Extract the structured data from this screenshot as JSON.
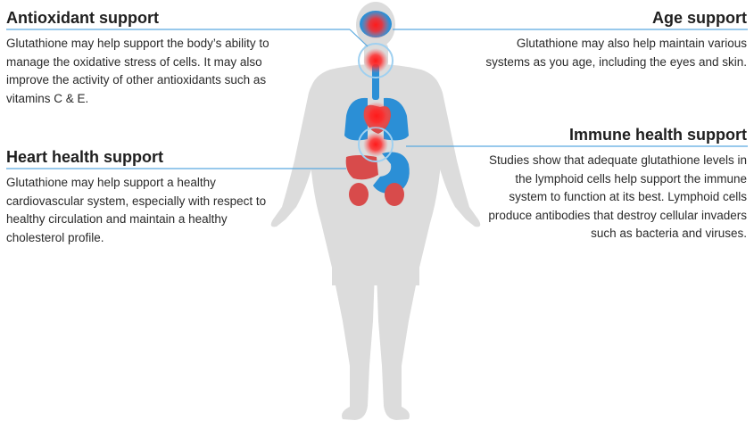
{
  "sections": {
    "antioxidant": {
      "title": "Antioxidant support",
      "body": "Glutathione may help support the body’s ability to manage the oxidative stress of cells. It may also improve the activity of other antioxidants such as vitamins C & E."
    },
    "heart": {
      "title": "Heart health support",
      "body": "Glutathione may help support a healthy cardiovascular system, especially with respect to healthy circulation and maintain a healthy cholesterol profile."
    },
    "age": {
      "title": "Age support",
      "body": "Glutathione may also help maintain various systems as you age, including the eyes and skin."
    },
    "immune": {
      "title": "Immune health support",
      "body": "Studies show that adequate glutathione levels in the lymphoid cells help support the immune system to function at its best. Lymphoid cells produce antibodies that destroy cellular invaders such as bacteria and viruses."
    }
  },
  "colors": {
    "body": "#dcdcdc",
    "organ_blue": "#2b8fd6",
    "organ_red": "#d84b4b",
    "highlight": "#ff1a1a",
    "line": "#5aa9e0",
    "ring": "#9fd0f0"
  }
}
